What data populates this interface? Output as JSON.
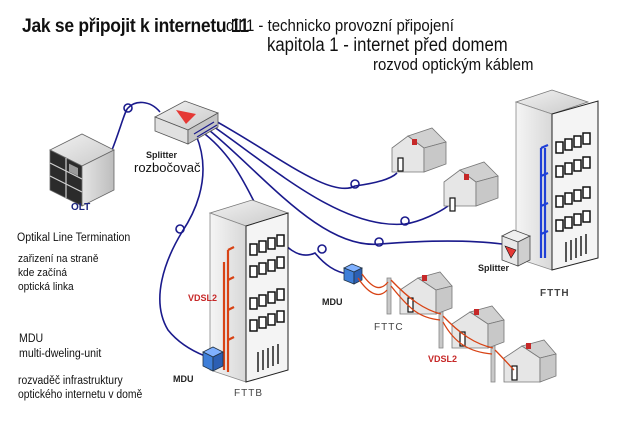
{
  "header": {
    "title": "Jak se připojit k internetu 11",
    "part": "díl 1 - technicko provozní připojení",
    "chapter": "kapitola 1 - internet před domem",
    "subtitle": "rozvod optickým káblem"
  },
  "nodes": {
    "olt": {
      "label": "OLT"
    },
    "splitter_main": {
      "label": "Splitter",
      "label_cz": "rozbočovač"
    },
    "fttb": {
      "label": "FTTB",
      "vdsl": "VDSL2",
      "mdu": "MDU"
    },
    "fttc": {
      "label": "FTTC",
      "vdsl": "VDSL2",
      "mdu": "MDU"
    },
    "ftth": {
      "label": "FTTH",
      "splitter": "Splitter"
    }
  },
  "descriptions": {
    "olt_title": "Optikal Line Termination",
    "olt_desc": "zařizení na straně\nkde začíná\noptická linka",
    "mdu_title": "MDU",
    "mdu_full": "multi-dweling-unit",
    "mdu_desc_1": "rozvaděč infrastruktury",
    "mdu_desc_2": "optického internetu v domě"
  },
  "colors": {
    "fiber": "#1a1a8c",
    "copper": "#d84315",
    "inhouse_fiber": "#1f3fd6",
    "splitter_arrow": "#e53935",
    "mdu_box": "#3f7fd9"
  }
}
